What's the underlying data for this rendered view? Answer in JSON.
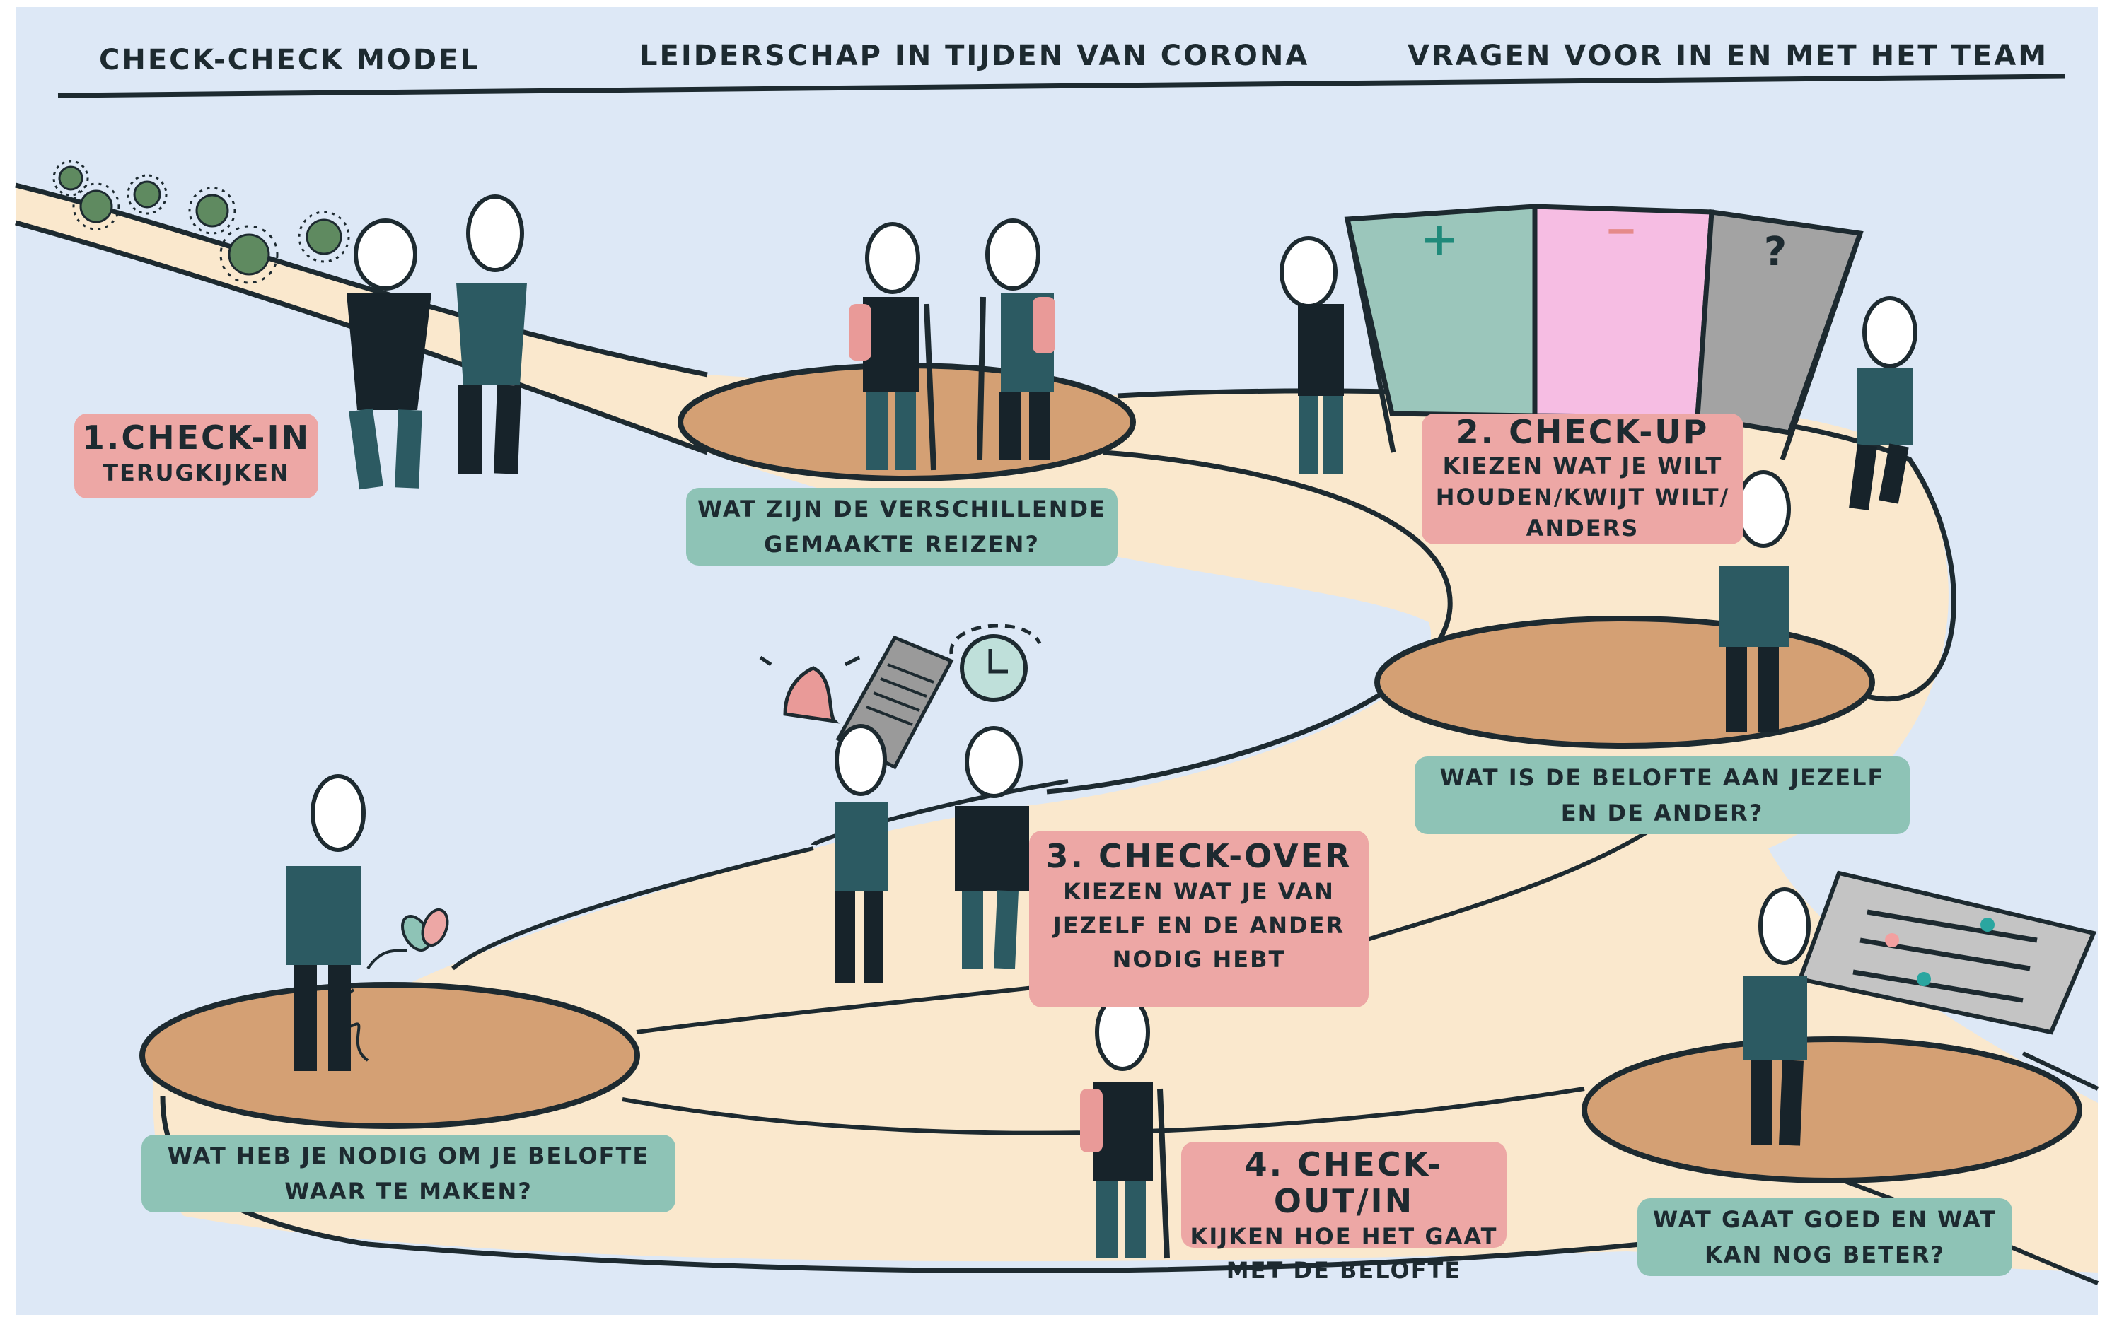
{
  "header": {
    "left": "CHECK-CHECK MODEL",
    "center": "LEIDERSCHAP IN TIJDEN VAN CORONA",
    "right": "VRAGEN VOOR IN EN MET HET TEAM"
  },
  "steps": [
    {
      "title": "1.CHECK-IN",
      "lines": [
        "TERUGKIJKEN"
      ]
    },
    {
      "title": "2. CHECK-UP",
      "lines": [
        "KIEZEN WAT JE WILT",
        "HOUDEN/KWIJT WILT/",
        "ANDERS"
      ]
    },
    {
      "title": "3. CHECK-OVER",
      "lines": [
        "KIEZEN WAT JE VAN",
        "JEZELF EN DE ANDER",
        "NODIG HEBT"
      ]
    },
    {
      "title": "4. CHECK-OUT/IN",
      "lines": [
        "KIJKEN HOE HET GAAT",
        "MET DE BELOFTE"
      ]
    }
  ],
  "questions": [
    {
      "lines": [
        "WAT ZIJN DE VERSCHILLENDE",
        "GEMAAKTE REIZEN?"
      ]
    },
    {
      "lines": [
        "WAT IS DE BELOFTE AAN JEZELF",
        "EN DE ANDER?"
      ]
    },
    {
      "lines": [
        "WAT HEB JE NODIG OM JE BELOFTE",
        "WAAR TE MAKEN?"
      ]
    },
    {
      "lines": [
        "WAT GAAT GOED EN WAT",
        "KAN NOG BETER?"
      ]
    }
  ],
  "board": {
    "plus": "+",
    "minus": "−",
    "question": "?"
  },
  "colors": {
    "background": "#dde8f6",
    "path": "#fae8cd",
    "platform": "#d4a074",
    "teal": "#8ec3b6",
    "pink": "#eda7a5",
    "figure_teal": "#2c5a62",
    "figure_dark": "#17232a",
    "ink": "#1d2a30"
  }
}
